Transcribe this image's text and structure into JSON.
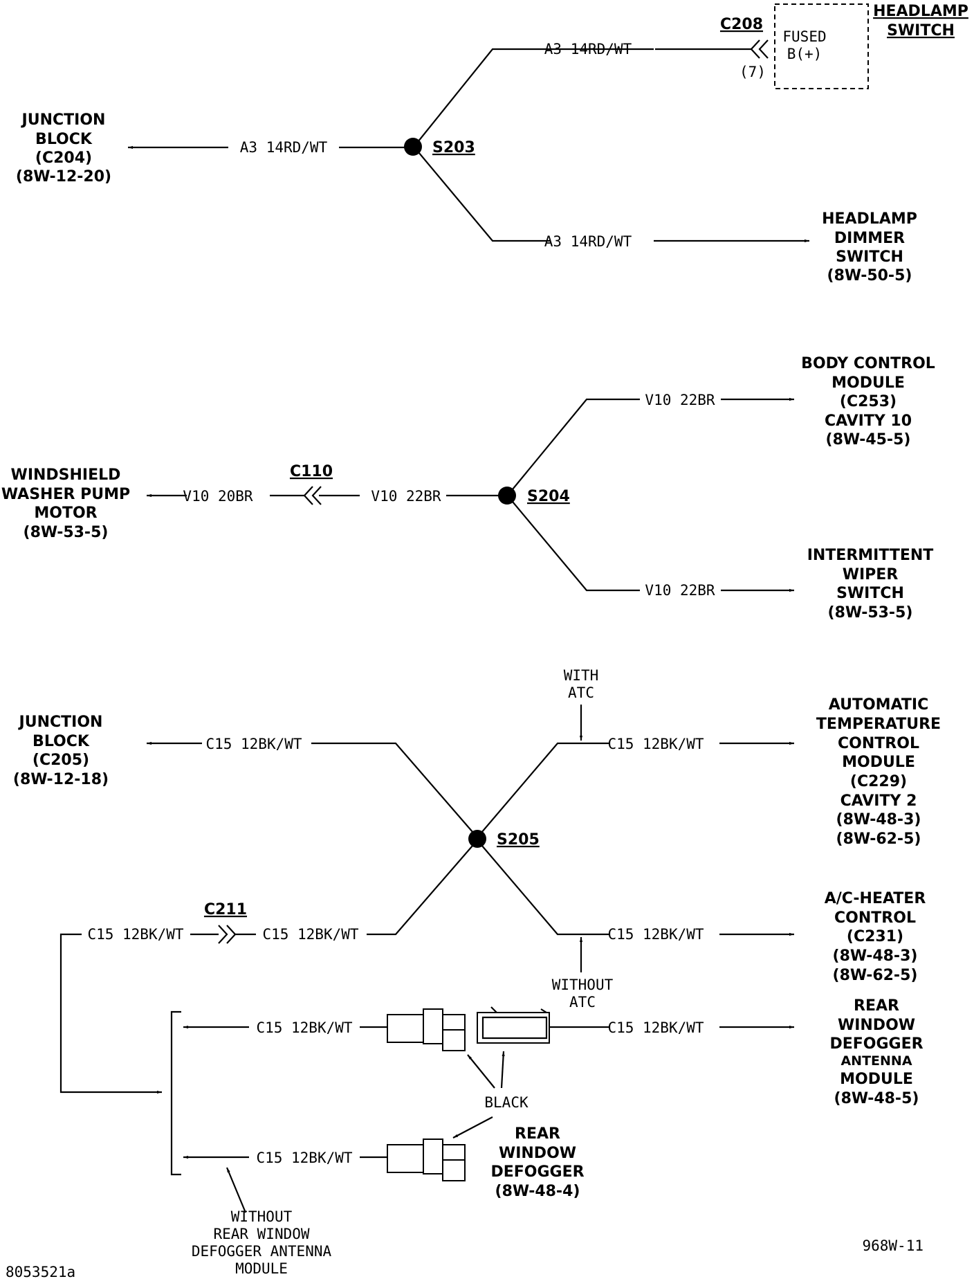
{
  "figure_code": "968W-11",
  "figure_ref": "8053521a",
  "headlamp_section": {
    "headlamp_switch": "HEADLAMP SWITCH",
    "headlamp_switch_lines": [
      "HEADLAMP",
      "SWITCH"
    ],
    "connector": "C208",
    "fused_lines": [
      "FUSED",
      "B(+)"
    ],
    "cavity": "(7)",
    "wire_label": "A3  14RD/WT",
    "splice": "S203",
    "junction_block_lines": [
      "JUNCTION",
      "BLOCK",
      "(C204)",
      "(8W-12-20)"
    ],
    "dimmer_switch_lines": [
      "HEADLAMP",
      "DIMMER",
      "SWITCH",
      "(8W-50-5)"
    ]
  },
  "washer_section": {
    "splice": "S204",
    "connector": "C110",
    "wire_main": "V10  22BR",
    "wire_pump": "V10  20BR",
    "bcm_lines": [
      "BODY CONTROL",
      "MODULE",
      "(C253)",
      "CAVITY 10",
      "(8W-45-5)"
    ],
    "washer_pump_lines": [
      "WINDSHIELD",
      "WASHER PUMP",
      "MOTOR",
      "(8W-53-5)"
    ],
    "wiper_switch_lines": [
      "INTERMITTENT",
      "WIPER",
      "SWITCH",
      "(8W-53-5)"
    ]
  },
  "ground_section": {
    "splice": "S205",
    "connector": "C211",
    "wire": "C15  12BK/WT",
    "with_atc_lines": [
      "WITH",
      "ATC"
    ],
    "without_atc_lines": [
      "WITHOUT",
      "ATC"
    ],
    "junction_block_lines": [
      "JUNCTION",
      "BLOCK",
      "(C205)",
      "(8W-12-18)"
    ],
    "atc_module_lines": [
      "AUTOMATIC",
      "TEMPERATURE",
      "CONTROL",
      "MODULE",
      "(C229)",
      "CAVITY 2",
      "(8W-48-3)",
      "(8W-62-5)"
    ],
    "ac_heater_lines": [
      "A/C-HEATER",
      "CONTROL",
      "(C231)",
      "(8W-48-3)",
      "(8W-62-5)"
    ],
    "defogger_antenna_lines": [
      "REAR",
      "WINDOW",
      "DEFOGGER",
      "ANTENNA",
      "MODULE",
      "(8W-48-5)"
    ],
    "black_label": "BLACK",
    "rear_defogger_lines": [
      "REAR",
      "WINDOW",
      "DEFOGGER",
      "(8W-48-4)"
    ],
    "without_antenna_lines": [
      "WITHOUT",
      "REAR WINDOW",
      "DEFOGGER ANTENNA",
      "MODULE"
    ]
  }
}
